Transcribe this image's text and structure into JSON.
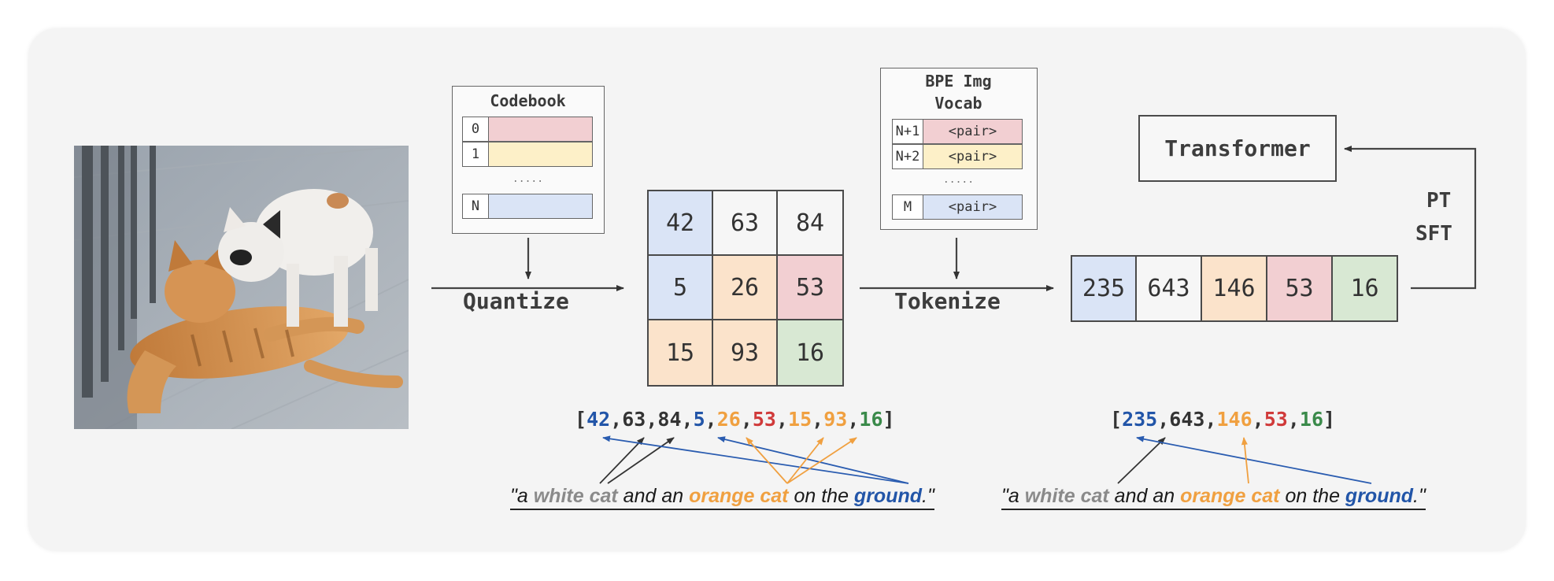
{
  "codebook": {
    "title": "Codebook",
    "rows": [
      {
        "index": "0",
        "color": "#f2cfd2"
      },
      {
        "index": "1",
        "color": "#fdf0c8"
      },
      {
        "index": "N",
        "color": "#dae4f6"
      }
    ],
    "ellipsis": "....."
  },
  "quantize_label": "Quantize",
  "grid": {
    "cells": [
      "42",
      "63",
      "84",
      "5",
      "26",
      "53",
      "15",
      "93",
      "16"
    ],
    "colors": [
      "#dae4f6",
      "#f6f6f6",
      "#f6f6f6",
      "#dae4f6",
      "#fbe3cb",
      "#f2cfd2",
      "#fbe3cb",
      "#fbe3cb",
      "#d8e8d3"
    ]
  },
  "vocab": {
    "title_line1": "BPE Img",
    "title_line2": "Vocab",
    "rows": [
      {
        "index": "N+1",
        "value": "<pair>",
        "color": "#f2cfd2"
      },
      {
        "index": "N+2",
        "value": "<pair>",
        "color": "#fdf0c8"
      },
      {
        "index": "M",
        "value": "<pair>",
        "color": "#dae4f6"
      }
    ],
    "ellipsis": "....."
  },
  "tokenize_label": "Tokenize",
  "tokens": {
    "values": [
      "235",
      "643",
      "146",
      "53",
      "16"
    ],
    "colors": [
      "#dae4f6",
      "#f6f6f6",
      "#fbe3cb",
      "#f2cfd2",
      "#d8e8d3"
    ]
  },
  "transformer_label": "Transformer",
  "pt_label": "PT",
  "sft_label": "SFT",
  "sequence_left": {
    "open": "[",
    "close": "]",
    "items": [
      {
        "text": "42",
        "color": "#2255a8"
      },
      {
        "text": "63",
        "color": "#333333"
      },
      {
        "text": "84",
        "color": "#333333"
      },
      {
        "text": "5",
        "color": "#2255a8"
      },
      {
        "text": "26",
        "color": "#f0a040"
      },
      {
        "text": "53",
        "color": "#d03a3a"
      },
      {
        "text": "15",
        "color": "#f0a040"
      },
      {
        "text": "93",
        "color": "#f0a040"
      },
      {
        "text": "16",
        "color": "#3a8a4a"
      }
    ]
  },
  "sequence_right": {
    "open": "[",
    "close": "]",
    "items": [
      {
        "text": "235",
        "color": "#2255a8"
      },
      {
        "text": "643",
        "color": "#333333"
      },
      {
        "text": "146",
        "color": "#f0a040"
      },
      {
        "text": "53",
        "color": "#d03a3a"
      },
      {
        "text": "16",
        "color": "#3a8a4a"
      }
    ]
  },
  "caption": {
    "parts": [
      {
        "text": "\"a ",
        "color": "#1a1a1a",
        "bold": false
      },
      {
        "text": "white cat",
        "color": "#8a8a8a",
        "bold": true
      },
      {
        "text": " and an ",
        "color": "#1a1a1a",
        "bold": false
      },
      {
        "text": "orange cat",
        "color": "#f0a040",
        "bold": true
      },
      {
        "text": " on the ",
        "color": "#1a1a1a",
        "bold": false
      },
      {
        "text": "ground",
        "color": "#2255a8",
        "bold": true
      },
      {
        "text": ".\"",
        "color": "#1a1a1a",
        "bold": false
      }
    ]
  },
  "colors": {
    "arrow_dark": "#333333",
    "arrow_blue": "#2a5cb0",
    "arrow_orange": "#f0a040"
  }
}
